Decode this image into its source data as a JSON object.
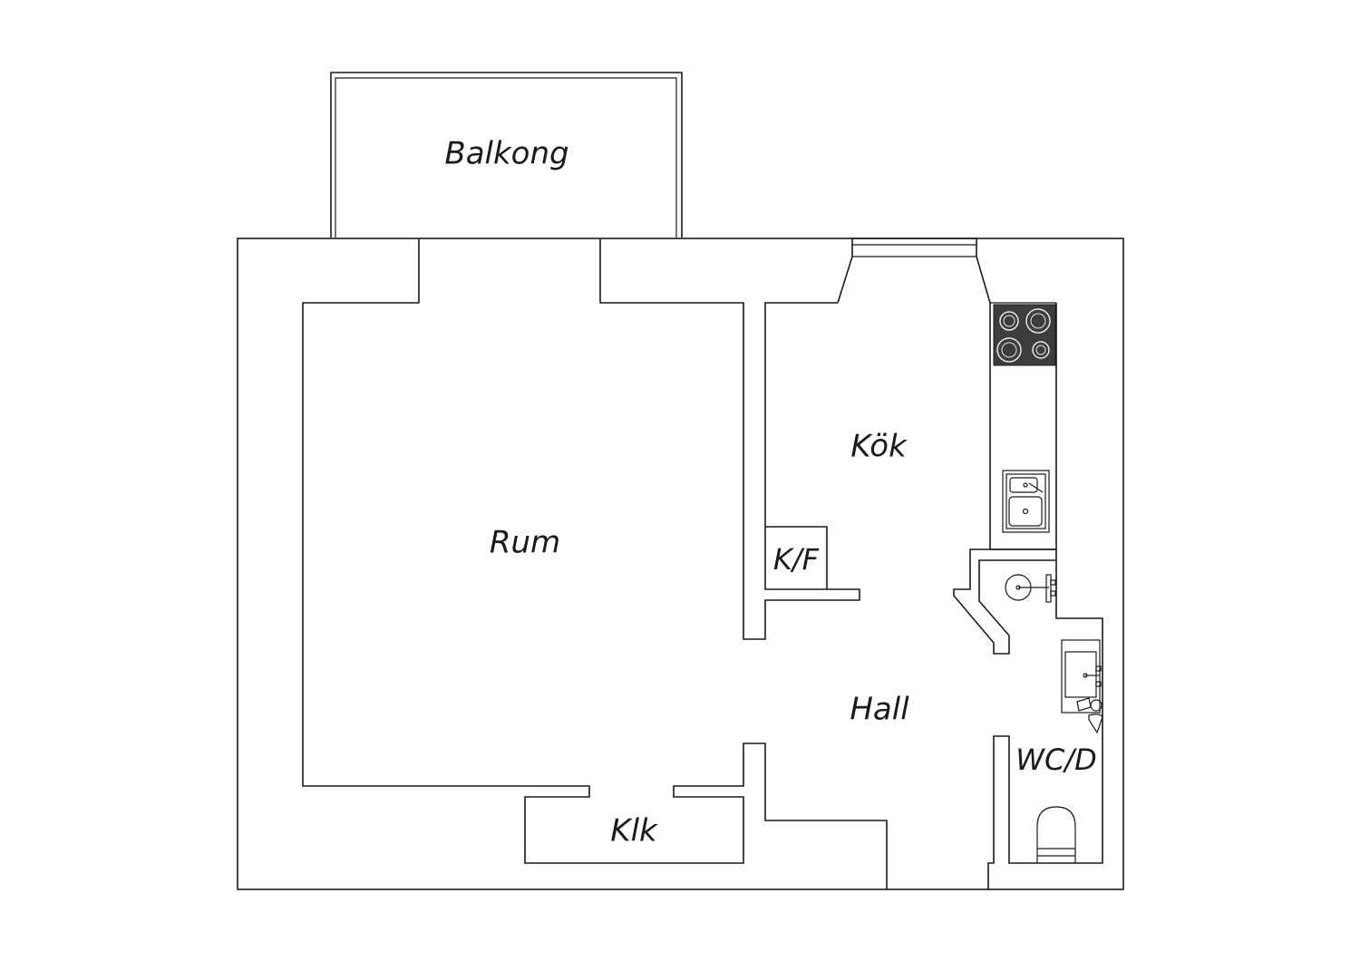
{
  "floor_plan": {
    "rooms": {
      "balkong": "Balkong",
      "rum": "Rum",
      "kok": "Kök",
      "kf": "K/F",
      "hall": "Hall",
      "wcd": "WC/D",
      "klk": "Klk"
    },
    "fixtures": [
      "stove-icon",
      "kitchen-sink-icon",
      "washbasin-icon",
      "washing-machine-icon",
      "toilet-icon"
    ],
    "colors": {
      "line": "#1a1a1a",
      "stove": "#3d3d3d",
      "background": "#ffffff"
    }
  }
}
